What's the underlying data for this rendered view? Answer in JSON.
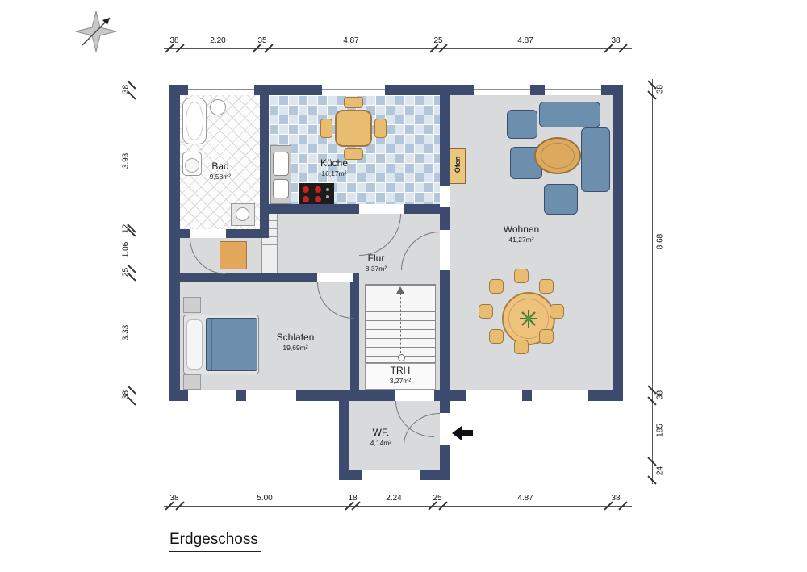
{
  "title": "Erdgeschoss",
  "rooms": {
    "bad": {
      "name": "Bad",
      "area": "9,58m²"
    },
    "kueche": {
      "name": "Küche",
      "area": "16,17m²"
    },
    "wohnen": {
      "name": "Wohnen",
      "area": "41,27m²"
    },
    "flur": {
      "name": "Flur",
      "area": "8,37m²"
    },
    "schlafen": {
      "name": "Schlafen",
      "area": "19,69m²"
    },
    "trh": {
      "name": "TRH",
      "area": "3,27m²"
    },
    "wf": {
      "name": "WF.",
      "area": "4,14m²"
    }
  },
  "labels": {
    "ofen": "Ofen"
  },
  "dimensions": {
    "top": [
      "38",
      "2.20",
      "35",
      "4.87",
      "25",
      "4.87",
      "38"
    ],
    "bottom": [
      "38",
      "5.00",
      "18",
      "2.24",
      "25",
      "4.87",
      "38"
    ],
    "left": [
      "38",
      "3.93",
      "12",
      "1.06",
      "25",
      "3.33",
      "38"
    ],
    "right": [
      "38",
      "8.68",
      "38",
      "185",
      "24"
    ]
  },
  "colors": {
    "wall": "#3d4b6e",
    "floor": "#d9dadb",
    "tile_blue": "#b3c6da",
    "furniture_blue": "#6d8fae",
    "wood": "#e8bd72"
  }
}
